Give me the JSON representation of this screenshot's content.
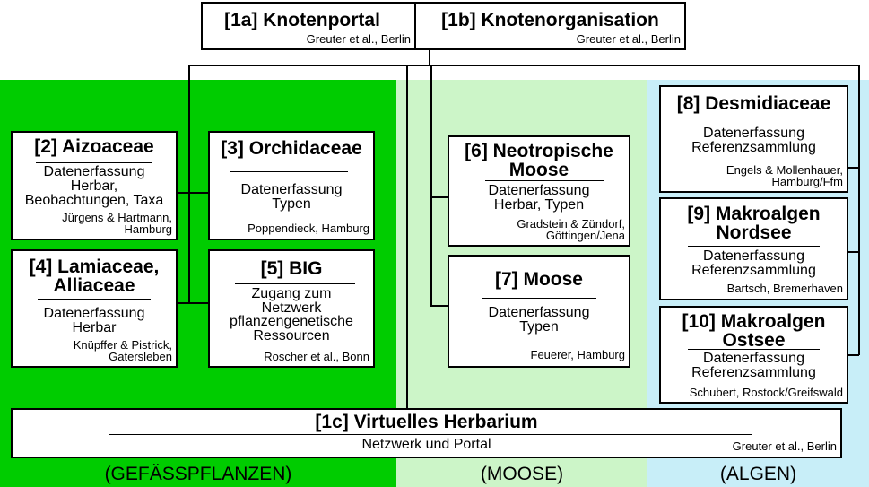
{
  "colors": {
    "gefaess": "#00cc00",
    "moose": "#ccf5c8",
    "algen": "#c8eef8",
    "box": "#ffffff",
    "line": "#000000"
  },
  "nodes": {
    "n1a": {
      "title": "[1a] Knotenportal",
      "credit": "Greuter et al., Berlin"
    },
    "n1b": {
      "title": "[1b] Knotenorganisation",
      "credit": "Greuter et al., Berlin"
    },
    "n2": {
      "title": "[2] Aizoaceae",
      "body": [
        "Datenerfassung",
        "Herbar,",
        "Beobachtungen, Taxa"
      ],
      "credit": [
        "Jürgens & Hartmann,",
        "Hamburg"
      ]
    },
    "n3": {
      "title": "[3] Orchidaceae",
      "body": [
        "Datenerfassung",
        "Typen"
      ],
      "credit": [
        "Poppendieck, Hamburg"
      ]
    },
    "n4": {
      "title": [
        "[4] Lamiaceae,",
        "Alliaceae"
      ],
      "body": [
        "Datenerfassung",
        "Herbar"
      ],
      "credit": [
        "Knüpffer & Pistrick,",
        "Gatersleben"
      ]
    },
    "n5": {
      "title": "[5] BIG",
      "body": [
        "Zugang zum",
        "Netzwerk",
        "pflanzengenetische",
        "Ressourcen"
      ],
      "credit": [
        "Roscher et al., Bonn"
      ]
    },
    "n6": {
      "title": [
        "[6] Neotropische",
        "Moose"
      ],
      "body": [
        "Datenerfassung",
        "Herbar, Typen"
      ],
      "credit": [
        "Gradstein & Zündorf,",
        "Göttingen/Jena"
      ]
    },
    "n7": {
      "title": "[7] Moose",
      "body": [
        "Datenerfassung",
        "Typen"
      ],
      "credit": [
        "Feuerer, Hamburg"
      ]
    },
    "n8": {
      "title": "[8] Desmidiaceae",
      "body": [
        "Datenerfassung",
        "Referenzsammlung"
      ],
      "credit": [
        "Engels & Mollenhauer,",
        "Hamburg/Ffm"
      ]
    },
    "n9": {
      "title": [
        "[9] Makroalgen",
        "Nordsee"
      ],
      "body": [
        "Datenerfassung",
        "Referenzsammlung"
      ],
      "credit": [
        "Bartsch, Bremerhaven"
      ]
    },
    "n10": {
      "title": [
        "[10] Makroalgen",
        "Ostsee"
      ],
      "body": [
        "Datenerfassung",
        "Referenzsammlung"
      ],
      "credit": [
        "Schubert, Rostock/Greifswald"
      ]
    },
    "n1c": {
      "title": "[1c] Virtuelles Herbarium",
      "body": "Netzwerk und Portal",
      "credit": "Greuter et al., Berlin"
    }
  },
  "regions": {
    "gefaess": "(GEFÄSSPFLANZEN)",
    "moose": "(MOOSE)",
    "algen": "(ALGEN)"
  }
}
